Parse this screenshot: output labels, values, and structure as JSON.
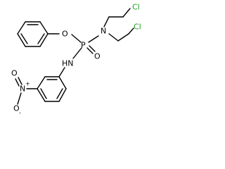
{
  "molecule": {
    "atoms": {
      "o_ether": "O",
      "n_amine": "N",
      "cl_top": "Cl",
      "cl_right": "Cl",
      "p": "P",
      "o_double": "O",
      "nh": "HN",
      "n_nitro": "N",
      "nitro_plus": "+",
      "o_nitro_top": "O",
      "o_nitro_bottom": "O",
      "o_minus": "-"
    }
  },
  "colors": {
    "bond": "#000000",
    "chlorine": "#1fa01f",
    "text": "#000000",
    "background": "#ffffff"
  }
}
